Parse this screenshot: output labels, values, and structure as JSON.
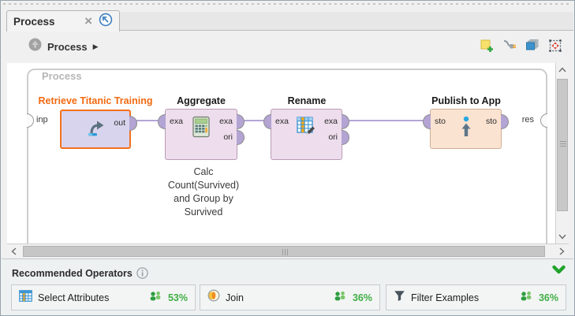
{
  "window": {
    "tab": {
      "title": "Process",
      "close_glyph": "×"
    }
  },
  "breadcrumb": {
    "label": "Process",
    "caret": "▶"
  },
  "toolbar": {
    "icons": [
      "add-annotation",
      "auto-wire",
      "copy-layers",
      "fit-selection"
    ]
  },
  "canvas": {
    "surface_label": "Process",
    "wall_ports": {
      "input": "inp",
      "result": "res"
    },
    "operators": [
      {
        "name": "Retrieve Titanic Training",
        "selected": true,
        "left_ports": [],
        "right_ports": [
          "out"
        ]
      },
      {
        "name": "Aggregate",
        "selected": false,
        "left_ports": [
          "exa"
        ],
        "right_ports": [
          "exa",
          "ori"
        ]
      },
      {
        "name": "Rename",
        "selected": false,
        "left_ports": [
          "exa"
        ],
        "right_ports": [
          "exa",
          "ori"
        ]
      },
      {
        "name": "Publish to App",
        "selected": false,
        "left_ports": [
          "sto"
        ],
        "right_ports": [
          "sto"
        ]
      }
    ],
    "annotation_lines": [
      "Calc",
      "Count(Survived)",
      "and Group by",
      "Survived"
    ]
  },
  "recommended": {
    "title": "Recommended Operators",
    "items": [
      {
        "label": "Select Attributes",
        "percent": "53%"
      },
      {
        "label": "Join",
        "percent": "36%"
      },
      {
        "label": "Filter Examples",
        "percent": "36%"
      }
    ]
  },
  "colors": {
    "accent_orange": "#f26a12",
    "selected_border": "#f3711d",
    "port_purple": "#b3a4d4",
    "wire_purple": "#b3a6d6",
    "recommend_green": "#3fae44",
    "chevron_green": "#1fa32c"
  }
}
